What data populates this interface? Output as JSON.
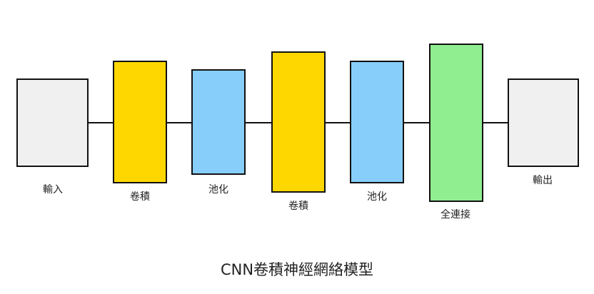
{
  "title": "CNN卷積神經網絡模型",
  "colors": {
    "input": "#f0f0f0",
    "conv": "#ffd700",
    "pool": "#87cefa",
    "fc": "#90ee90",
    "output": "#f0f0f0",
    "stroke": "#111111"
  },
  "layers": [
    {
      "id": "input",
      "label": "輸入",
      "kind": "input"
    },
    {
      "id": "conv1",
      "label": "卷積",
      "kind": "conv"
    },
    {
      "id": "pool1",
      "label": "池化",
      "kind": "pool"
    },
    {
      "id": "conv2",
      "label": "卷積",
      "kind": "conv"
    },
    {
      "id": "pool2",
      "label": "池化",
      "kind": "pool"
    },
    {
      "id": "fc",
      "label": "全連接",
      "kind": "fc"
    },
    {
      "id": "output",
      "label": "輸出",
      "kind": "output"
    }
  ]
}
